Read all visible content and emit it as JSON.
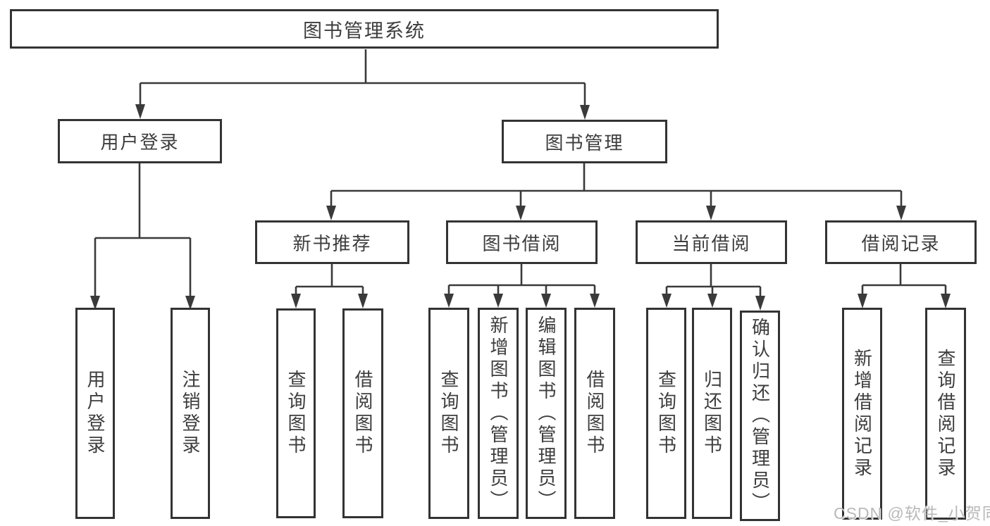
{
  "tree": {
    "root": {
      "label": "图书管理系统",
      "children": [
        {
          "label": "用户登录",
          "children": [
            {
              "label": "用户登录"
            },
            {
              "label": "注销登录"
            }
          ]
        },
        {
          "label": "图书管理",
          "children": [
            {
              "label": "新书推荐",
              "children": [
                {
                  "label": "查询图书"
                },
                {
                  "label": "借阅图书"
                }
              ]
            },
            {
              "label": "图书借阅",
              "children": [
                {
                  "label": "查询图书"
                },
                {
                  "label": "新增图书（管理员）"
                },
                {
                  "label": "编辑图书（管理员）"
                },
                {
                  "label": "借阅图书"
                }
              ]
            },
            {
              "label": "当前借阅",
              "children": [
                {
                  "label": "查询图书"
                },
                {
                  "label": "归还图书"
                },
                {
                  "label": "确认归还（管理员）"
                }
              ]
            },
            {
              "label": "借阅记录",
              "children": [
                {
                  "label": "新增借阅记录"
                },
                {
                  "label": "查询借阅记录"
                }
              ]
            }
          ]
        }
      ]
    }
  },
  "watermark": {
    "text": "CSDN @软件_小贺同学"
  },
  "colors": {
    "line": "#3a3a3a",
    "border": "#333333",
    "box_fill": "#ffffff",
    "text": "#3d3d3d",
    "watermark": "#b9b9b9",
    "background": "#ffffff"
  }
}
